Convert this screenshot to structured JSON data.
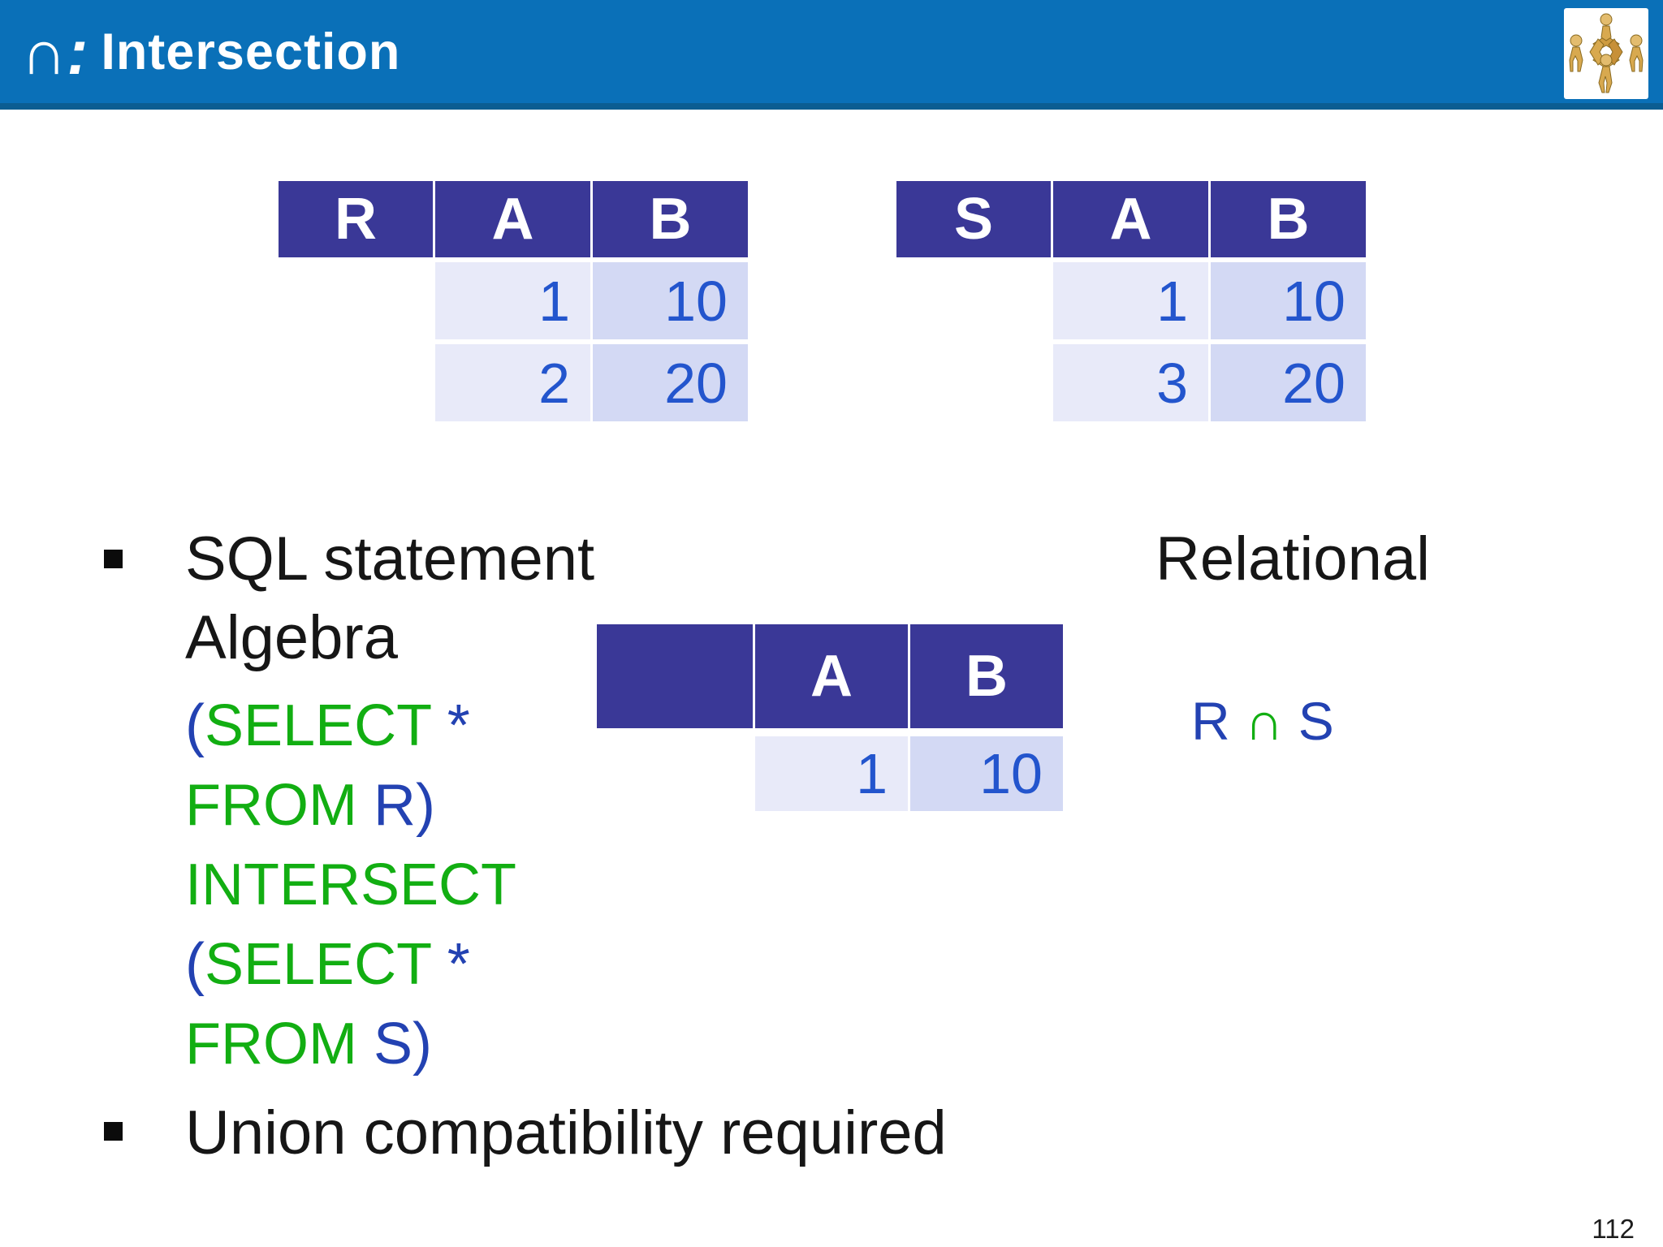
{
  "header": {
    "title_symbol": "∩:",
    "title_text": "Intersection",
    "logo": "people-collaboration-logo"
  },
  "tables": {
    "r": {
      "name": "R",
      "columns": [
        "A",
        "B"
      ],
      "rows": [
        [
          "1",
          "10"
        ],
        [
          "2",
          "20"
        ]
      ]
    },
    "s": {
      "name": "S",
      "columns": [
        "A",
        "B"
      ],
      "rows": [
        [
          "1",
          "10"
        ],
        [
          "3",
          "20"
        ]
      ]
    },
    "result": {
      "name": "",
      "columns": [
        "A",
        "B"
      ],
      "rows": [
        [
          "1",
          "10"
        ]
      ]
    }
  },
  "bullets": {
    "item1_left": "SQL statement",
    "item1_right": "Relational",
    "item1_continuation": "Algebra",
    "item2": "Union compatibility required"
  },
  "code": {
    "l1_paren": "(",
    "l1_kw": "SELECT",
    "l1_star": " *",
    "l2_kw": "FROM",
    "l2_rel": " R)",
    "l3_kw": "INTERSECT",
    "l4_paren": "(",
    "l4_kw": "SELECT",
    "l4_star": " *",
    "l5_kw": "FROM",
    "l5_rel": " S)"
  },
  "algebra": {
    "left": "R ",
    "op": "∩",
    "right": " S"
  },
  "footer": {
    "page_number": "112"
  },
  "colors": {
    "bar_blue": "#0A70B8",
    "bar_edge": "#0B5D92",
    "table_header_navy": "#3A3897",
    "cell_a_lavender": "#E8EAF9",
    "cell_b_lavender": "#D3D9F4",
    "value_blue": "#2355CD",
    "sql_green": "#12AE12",
    "sql_blue": "#2342B2"
  }
}
